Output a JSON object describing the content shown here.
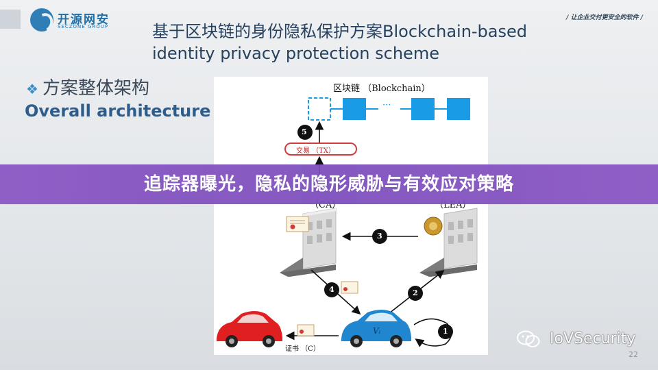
{
  "header": {
    "logo_cn": "开源网安",
    "logo_en": "SECZONE GROUP",
    "slogan": "/ 让企业交付更安全的软件 /",
    "title": "基于区块链的身份隐私保护方案Blockchain-based identity privacy protection scheme"
  },
  "section": {
    "title_cn": "方案整体架构",
    "title_en": "Overall architecture"
  },
  "diagram": {
    "blockchain_label": "区块链 （Blockchain）",
    "ellipsis": "···",
    "tx_label": "交易 （TX）",
    "ca_label": "（CA）",
    "lea_label": "（LEA）",
    "cert_label": "证书 （C）",
    "vehicle_label": "Vᵢ",
    "steps": [
      "1",
      "2",
      "3",
      "4",
      "5"
    ]
  },
  "banner": {
    "text": "追踪器曝光，隐私的隐形威胁与有效应对策略"
  },
  "watermark": {
    "text": "IoVSecurity"
  },
  "footer": {
    "page_number": "22"
  },
  "colors": {
    "block": "#1a9be6",
    "banner": "#8351c0",
    "title": "#27415e",
    "accent": "#2d5d8c",
    "tx_border": "#d23b3b"
  }
}
